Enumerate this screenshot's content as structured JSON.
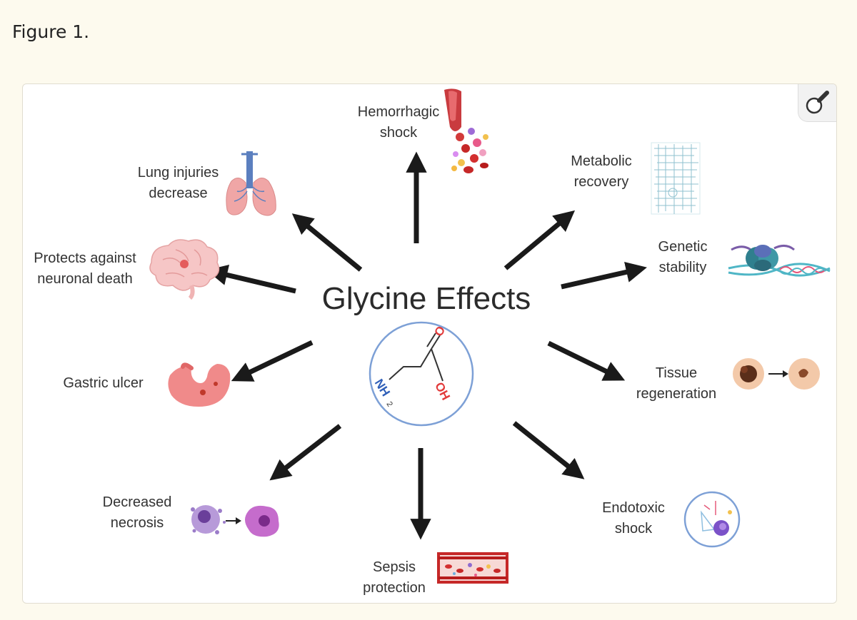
{
  "figure": {
    "caption": "Figure 1."
  },
  "diagram": {
    "title": "Glycine Effects",
    "molecule": {
      "o_label": "O",
      "oh_label": "OH",
      "nh2_label": "NH",
      "nh2_sub": "2"
    },
    "effects": {
      "hemorrhagic": {
        "line1": "Hemorrhagic",
        "line2": "shock",
        "icon": "blood-vessel-icon"
      },
      "metabolic": {
        "line1": "Metabolic",
        "line2": "recovery",
        "icon": "metabolic-map-icon"
      },
      "genetic": {
        "line1": "Genetic",
        "line2": "stability",
        "icon": "dna-icon"
      },
      "tissue": {
        "line1": "Tissue",
        "line2": "regeneration",
        "icon": "wound-healing-icon"
      },
      "endotoxic": {
        "line1": "Endotoxic",
        "line2": "shock",
        "icon": "macrophage-icon"
      },
      "sepsis": {
        "line1": "Sepsis",
        "line2": "protection",
        "icon": "blood-vessel-section-icon"
      },
      "necrosis": {
        "line1": "Decreased",
        "line2": "necrosis",
        "icon": "necrotic-cell-icon"
      },
      "gastric": {
        "line1": "Gastric ulcer",
        "icon": "stomach-icon"
      },
      "neuronal": {
        "line1": "Protects against",
        "line2": "neuronal death",
        "icon": "brain-icon"
      },
      "lung": {
        "line1": "Lung injuries",
        "line2": "decrease",
        "icon": "lungs-icon"
      }
    }
  },
  "colors": {
    "page_bg": "#fdfaee",
    "arrow": "#1a1a1a",
    "molecule_ring": "#7da0d6",
    "oxygen": "#e23b3b",
    "nitrogen": "#2f5fb8"
  }
}
